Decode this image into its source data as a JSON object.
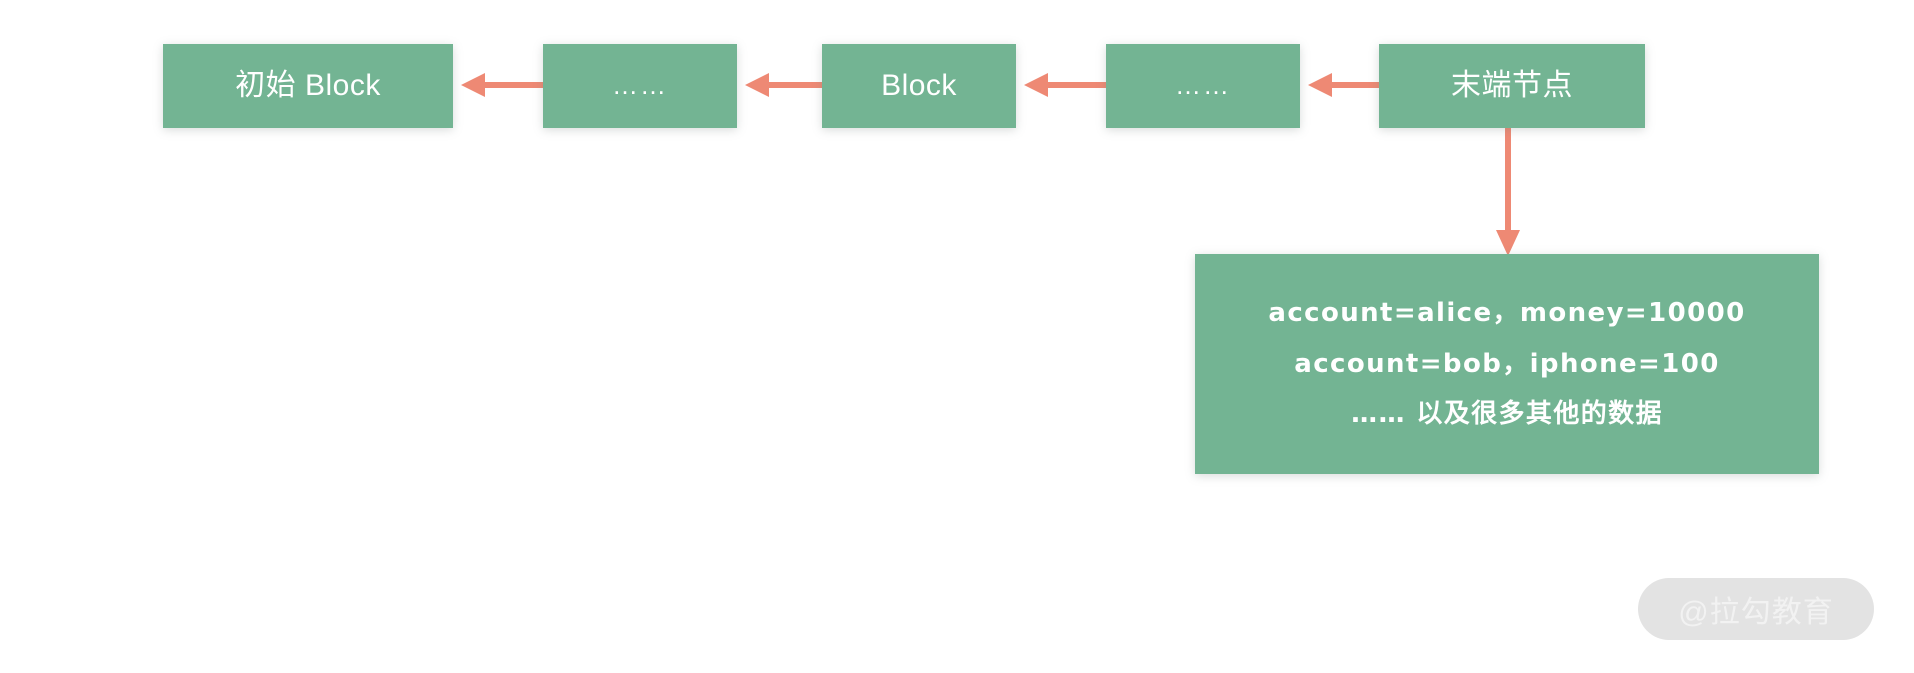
{
  "diagram": {
    "title": "blockchain-linked-list-diagram",
    "colors": {
      "node_fill": "#73b493",
      "node_text": "#ffffff",
      "arrow": "#ee8974",
      "background": "#ffffff",
      "watermark_pill": "#e3e3e3",
      "watermark_text": "#f2f2f2"
    },
    "chain_nodes": [
      {
        "id": "genesis",
        "label": "初始 Block"
      },
      {
        "id": "gap-1",
        "label": "……"
      },
      {
        "id": "block",
        "label": "Block"
      },
      {
        "id": "gap-2",
        "label": "……"
      },
      {
        "id": "tail",
        "label": "末端节点"
      }
    ],
    "arrows": [
      {
        "id": "tail-to-gap2",
        "direction": "left",
        "from": "末端节点",
        "to": "……"
      },
      {
        "id": "gap2-to-block",
        "direction": "left",
        "from": "……",
        "to": "Block"
      },
      {
        "id": "block-to-gap1",
        "direction": "left",
        "from": "Block",
        "to": "……"
      },
      {
        "id": "gap1-to-genesis",
        "direction": "left",
        "from": "……",
        "to": "初始 Block"
      },
      {
        "id": "tail-to-data",
        "direction": "down",
        "from": "末端节点",
        "to": "state-data"
      }
    ],
    "data_node": {
      "id": "state-data",
      "lines": [
        "account=alice，money=10000",
        "account=bob，iphone=100",
        "…… 以及很多其他的数据"
      ]
    },
    "watermark": {
      "text": "@拉勾教育"
    }
  }
}
